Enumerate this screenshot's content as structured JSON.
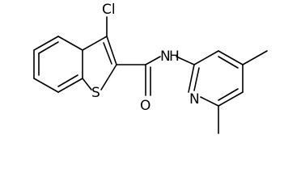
{
  "diagram": {
    "type": "chemical-structure",
    "atom_labels": {
      "chlorine": "Cl",
      "sulfur": "S",
      "carbonyl_oxygen": "O",
      "amide_nitrogen": "N",
      "amide_hydrogen": "H",
      "pyridine_nitrogen": "N"
    },
    "line_color": "#000000",
    "background_color": "#ffffff"
  }
}
